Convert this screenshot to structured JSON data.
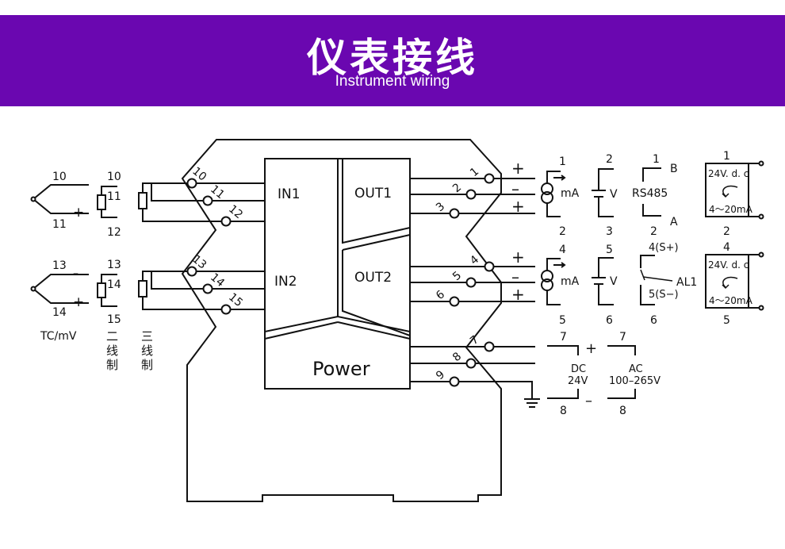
{
  "header": {
    "title": "仪表接线",
    "subtitle": "Instrument wiring"
  },
  "input_types": {
    "tc": {
      "t1": "10",
      "m1": "–",
      "t2": "11",
      "p2": "+",
      "t3": "13",
      "m3": "–",
      "t4": "14",
      "p4": "+",
      "label": "TC/mV"
    },
    "two_wire": {
      "a1": "10",
      "a2": "11",
      "a3": "12",
      "b1": "13",
      "b2": "14",
      "b3": "15",
      "label1": "二",
      "label2": "线",
      "label3": "制"
    },
    "three_wire": {
      "label1": "三",
      "label2": "线",
      "label3": "制"
    }
  },
  "module": {
    "terminals": [
      "10",
      "11",
      "12",
      "13",
      "14",
      "15",
      "1",
      "2",
      "3",
      "4",
      "5",
      "6",
      "7",
      "8",
      "9"
    ],
    "in1": "IN1",
    "in2": "IN2",
    "out1": "OUT1",
    "out2": "OUT2",
    "power": "Power",
    "plus": "+",
    "minus": "–"
  },
  "outputs": {
    "ma1": {
      "top": "1",
      "unit": "mA",
      "bottom": "2"
    },
    "v1": {
      "top": "2",
      "unit": "V",
      "bottom": "3"
    },
    "rs485": {
      "top": "1",
      "b": "B",
      "name": "RS485",
      "a": "A",
      "bottom": "2"
    },
    "box1": {
      "top": "1",
      "line1": "24V. d. c",
      "line2": "4～20mA",
      "bottom": "2"
    },
    "ma2": {
      "top": "4",
      "unit": "mA",
      "bottom": "5"
    },
    "v2": {
      "top": "5",
      "unit": "V",
      "bottom": "6"
    },
    "al1": {
      "top": "4(S+)",
      "mid": "5(S−)",
      "name": "AL1",
      "bottom": "6"
    },
    "box2": {
      "top": "4",
      "line1": "24V. d. c",
      "line2": "4～20mA",
      "bottom": "5"
    },
    "dc": {
      "top": "7",
      "plus": "+",
      "label": "DC",
      "volt": "24V",
      "minus": "–",
      "bottom": "8"
    },
    "ac": {
      "top": "7",
      "label": "AC",
      "volt": "100–265V",
      "bottom": "8"
    }
  }
}
